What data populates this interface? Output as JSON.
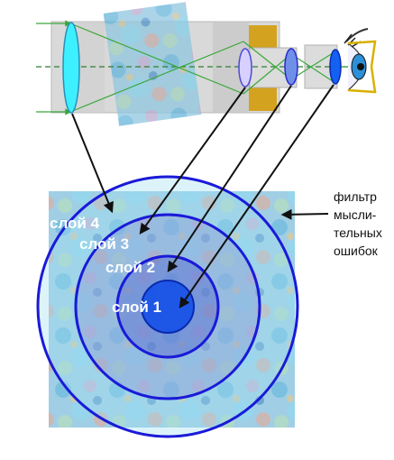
{
  "layers": [
    {
      "label": "слой 1"
    },
    {
      "label": "слой 2"
    },
    {
      "label": "слой 3"
    },
    {
      "label": "слой 4"
    }
  ],
  "filter_label_lines": [
    "фильтр",
    "мысли-",
    "тельных",
    "ошибок"
  ],
  "colors": {
    "ring_stroke": "#1a1ad8",
    "core_fill": "#1450e8",
    "arrow": "#111111",
    "lens": "#3df0ff",
    "tube": "#d8d8d8",
    "gold": "#d3a21e",
    "ray": "#3aa83a",
    "axis": "#2f7f2f"
  }
}
